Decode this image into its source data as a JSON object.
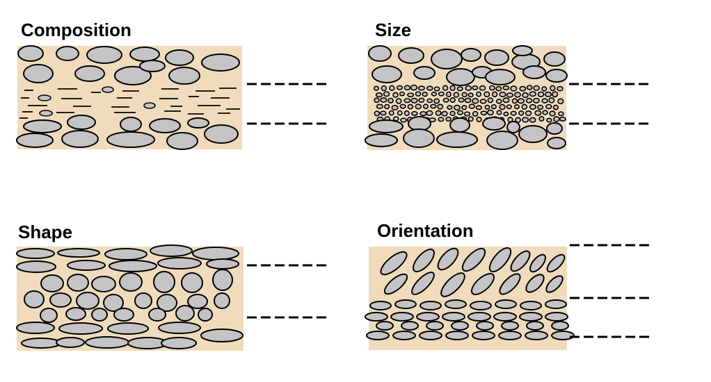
{
  "panels": [
    {
      "key": "composition",
      "title": "Composition"
    },
    {
      "key": "size",
      "title": "Size"
    },
    {
      "key": "shape",
      "title": "Shape"
    },
    {
      "key": "orientation",
      "title": "Orientation"
    }
  ],
  "colors": {
    "sediment": "#f0dcbc",
    "clast_fill": "#c4c4c6",
    "outline": "#000000"
  }
}
